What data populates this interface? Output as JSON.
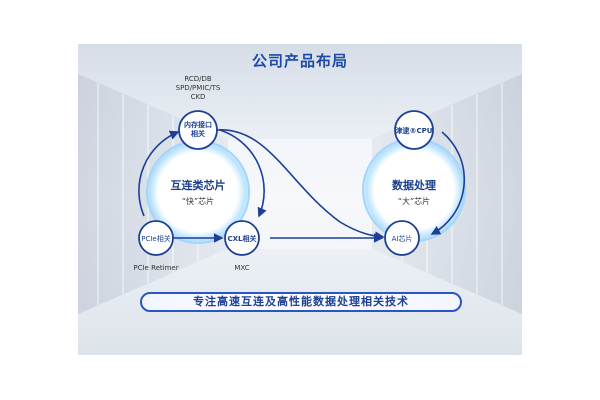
{
  "title": "公司产品布局",
  "labels": {
    "memory_interface_products": [
      "RCD/DB",
      "SPD/PMIC/TS",
      "CKD"
    ],
    "pcie_products": "PCIe Retimer",
    "cxl_products": "MXC"
  },
  "nodes": {
    "memory_interface": {
      "line1": "内存接口",
      "line2": "相关"
    },
    "pcie": "PCIe相关",
    "cxl": "CXL相关",
    "jintiao_cpu": "津逮®CPU",
    "ai_chip": "AI芯片"
  },
  "hubs": {
    "interconnect": {
      "name": "互连类芯片",
      "subtitle": "“快”芯片"
    },
    "data_processing": {
      "name": "数据处理",
      "subtitle": "“大”芯片"
    }
  },
  "banner": "专注高速互连及高性能数据处理相关技术",
  "colors": {
    "accent": "#1d4aa8",
    "banner_border": "#2a55c5"
  }
}
